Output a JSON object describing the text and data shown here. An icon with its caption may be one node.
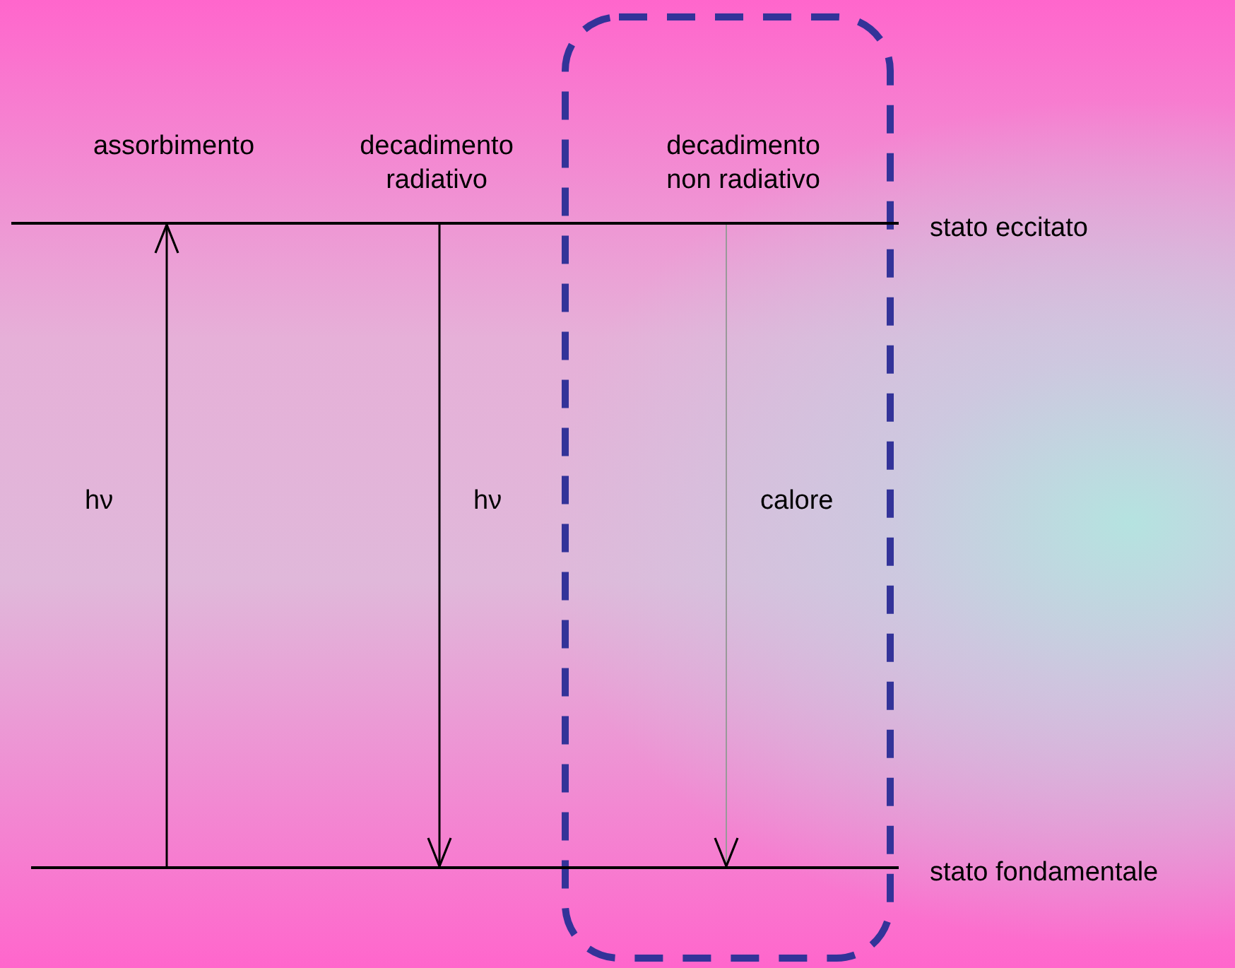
{
  "diagram": {
    "nodes": [
      {
        "text": [],
        "shape": "bar",
        "beside": [
          "stato eccitato"
        ]
      },
      {
        "text": [],
        "shape": "bar",
        "beside": [
          "stato fondamentale"
        ]
      }
    ],
    "edges": [
      {
        "from": 1,
        "to": 0,
        "arrow": "to",
        "label": "hν"
      },
      {
        "from": 0,
        "to": 1,
        "arrow": "to",
        "label": "hν"
      },
      {
        "from": 0,
        "to": 1,
        "arrow": "to",
        "label": "calore",
        "color": "#999999"
      }
    ],
    "labels": [
      "assorbimento",
      "decadimento radiativo",
      "decadimento non radiativo"
    ]
  }
}
